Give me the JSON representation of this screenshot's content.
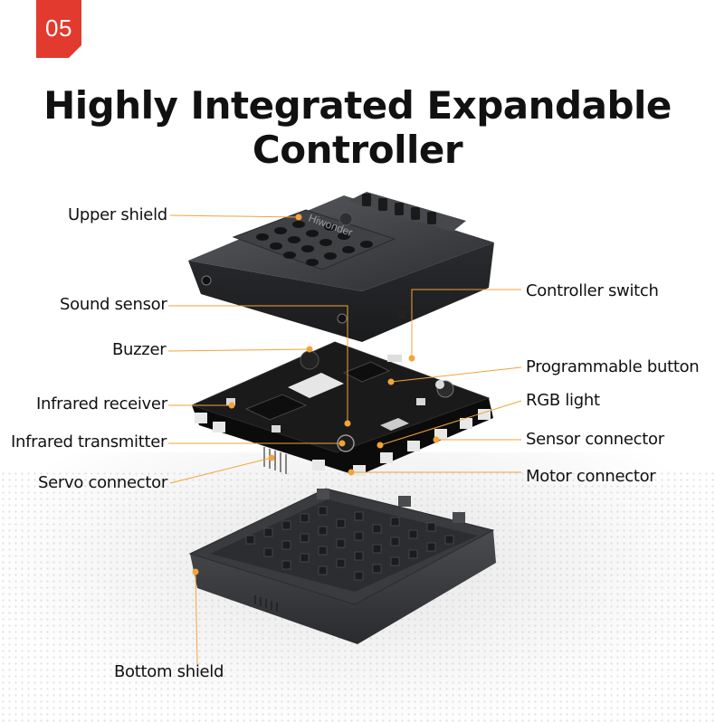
{
  "badge": {
    "number": "05"
  },
  "title": "Highly Integrated Expandable Controller",
  "brand_mark": "Hiwonder",
  "colors": {
    "accent": "#e23a2e",
    "leader": "#f2a33a",
    "shell": "#3a3b3d",
    "board": "#151515"
  },
  "labels": {
    "upper_shield": "Upper shield",
    "sound_sensor": "Sound sensor",
    "buzzer": "Buzzer",
    "infrared_receiver": "Infrared receiver",
    "infrared_transmitter": "Infrared transmitter",
    "servo_connector": "Servo connector",
    "bottom_shield": "Bottom shield",
    "controller_switch": "Controller switch",
    "programmable_button": "Programmable button",
    "rgb_light": "RGB light",
    "sensor_connector": "Sensor connector",
    "motor_connector": "Motor connector"
  }
}
